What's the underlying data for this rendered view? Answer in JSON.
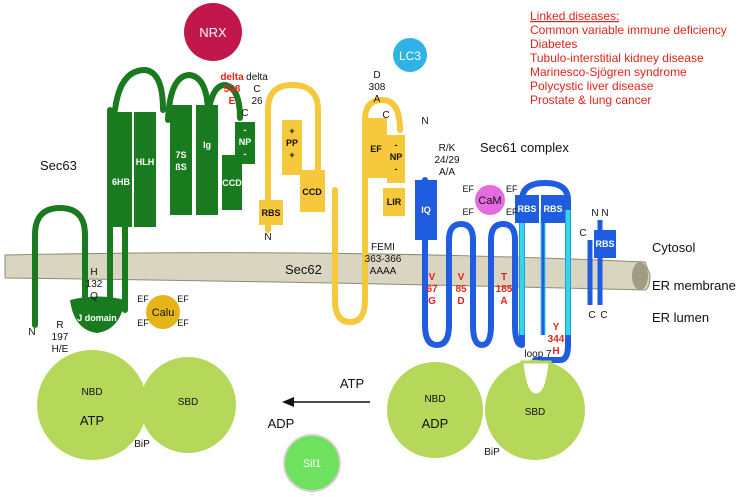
{
  "diseases": {
    "heading": "Linked diseases:",
    "items": [
      "Common variable immune deficiency",
      "Diabetes",
      "Tubulo-interstitial kidney disease",
      "Marinesco-Sjögren syndrome",
      "Polycystic liver disease",
      "Prostate & lung cancer"
    ]
  },
  "compartments": {
    "cytosol": "Cytosol",
    "membrane": "ER membrane",
    "lumen": "ER lumen"
  },
  "sec63": {
    "name": "Sec63",
    "domains": [
      "6HB",
      "HLH",
      "7S",
      "ßS",
      "Ig",
      "-",
      "NP",
      "-",
      "CCD"
    ],
    "j_domain": "J domain",
    "n_term": "N",
    "c_term": "C",
    "mut_h": [
      "H",
      "132",
      "Q"
    ],
    "mut_r": [
      "R",
      "197",
      "H/E"
    ],
    "delta1": [
      "delta",
      "568",
      "E"
    ],
    "delta2": [
      "delta",
      "C",
      "26"
    ]
  },
  "sec62": {
    "name": "Sec62",
    "domains": [
      "RBS",
      "+",
      "PP",
      "+",
      "CCD",
      "EF",
      "-",
      "NP",
      "-",
      "LIR"
    ],
    "n_term": "N",
    "c_term": "C",
    "d308": [
      "D",
      "308",
      "A"
    ],
    "femi": [
      "FEMI",
      "363-366",
      "AAAA"
    ]
  },
  "sec61": {
    "name": "Sec61 complex",
    "iq": "IQ",
    "n_term": "N",
    "rk": [
      "R/K",
      "24/29",
      "A/A"
    ],
    "rbs": [
      "RBS",
      "RBS",
      "RBS"
    ],
    "mut_v67": [
      "V",
      "67",
      "G"
    ],
    "mut_v85": [
      "V",
      "85",
      "D"
    ],
    "mut_t185": [
      "T",
      "185",
      "A"
    ],
    "mut_y344": [
      "Y",
      "344",
      "H"
    ],
    "loop": "loop 7",
    "termini": [
      "N",
      "N",
      "C",
      "C",
      "C"
    ]
  },
  "proteins": {
    "nrx": "NRX",
    "lc3": "LC3",
    "calu": "Calu",
    "cam": "CaM",
    "sil1": "Sil1",
    "ef": "EF"
  },
  "bip_left": {
    "nbd": "NBD",
    "atp": "ATP",
    "sbd": "SBD",
    "name": "BiP"
  },
  "bip_right": {
    "nbd": "NBD",
    "adp": "ADP",
    "sbd": "SBD",
    "name": "BiP"
  },
  "cycle": {
    "atp": "ATP",
    "adp": "ADP"
  },
  "colors": {
    "green": "#1a7a1f",
    "yellow": "#f6c93c",
    "blue": "#1f5ce0",
    "cyan": "#33d6e6",
    "lime": "#b6d85a",
    "red": "#e0241b"
  }
}
